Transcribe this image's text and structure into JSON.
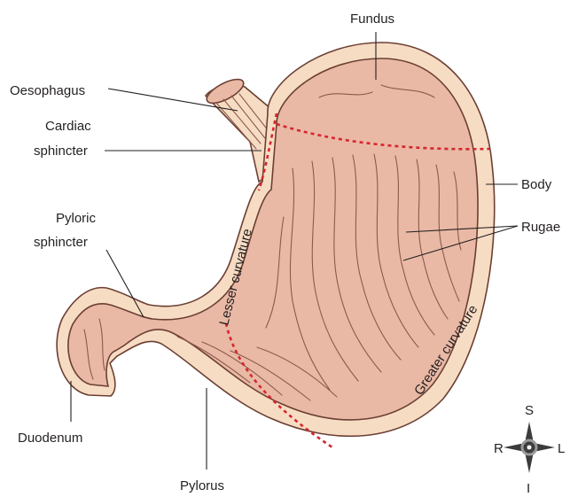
{
  "labels": {
    "fundus": "Fundus",
    "oesophagus": "Oesophagus",
    "cardiac_sphincter_line1": "Cardiac",
    "cardiac_sphincter_line2": "sphincter",
    "body": "Body",
    "rugae": "Rugae",
    "pyloric_sphincter_line1": "Pyloric",
    "pyloric_sphincter_line2": "sphincter",
    "lesser_curvature": "Lesser curvature",
    "greater_curvature": "Greater curvature",
    "duodenum": "Duodenum",
    "pylorus": "Pylorus"
  },
  "compass": {
    "top": "S",
    "left": "R",
    "right": "L",
    "bottom": "I"
  },
  "colors": {
    "stomach_wall": "#f7dcc4",
    "mucosa": "#e9b9a5",
    "outline": "#6b3f33",
    "region_divider": "#d7262f",
    "label_text": "#231f20"
  }
}
